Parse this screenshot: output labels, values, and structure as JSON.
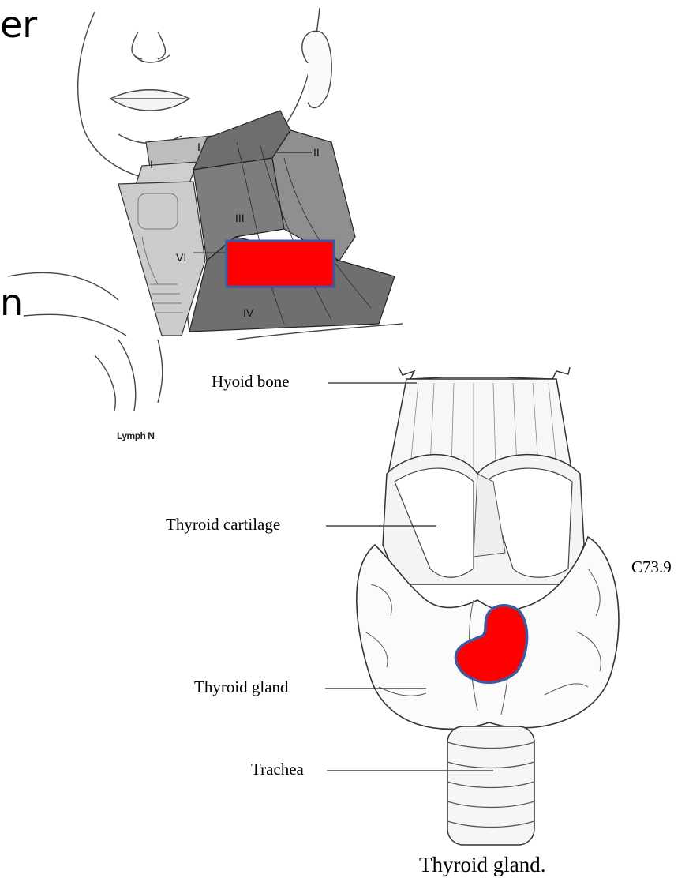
{
  "slide_fragments": {
    "top": "er",
    "middle": "n"
  },
  "neck_diagram": {
    "level_labels": [
      "I",
      "I",
      "II",
      "III",
      "VI",
      "IV"
    ],
    "caption": "Lymph N",
    "highlight_color": "#ff0000"
  },
  "thyroid_diagram": {
    "labels": {
      "hyoid": "Hyoid bone",
      "cartilage": "Thyroid cartilage",
      "gland": "Thyroid gland",
      "trachea": "Trachea"
    },
    "code": "C73.9",
    "caption": "Thyroid gland.",
    "tumor_color": "#ff0000",
    "tumor_outline": "#3b5aa0"
  }
}
